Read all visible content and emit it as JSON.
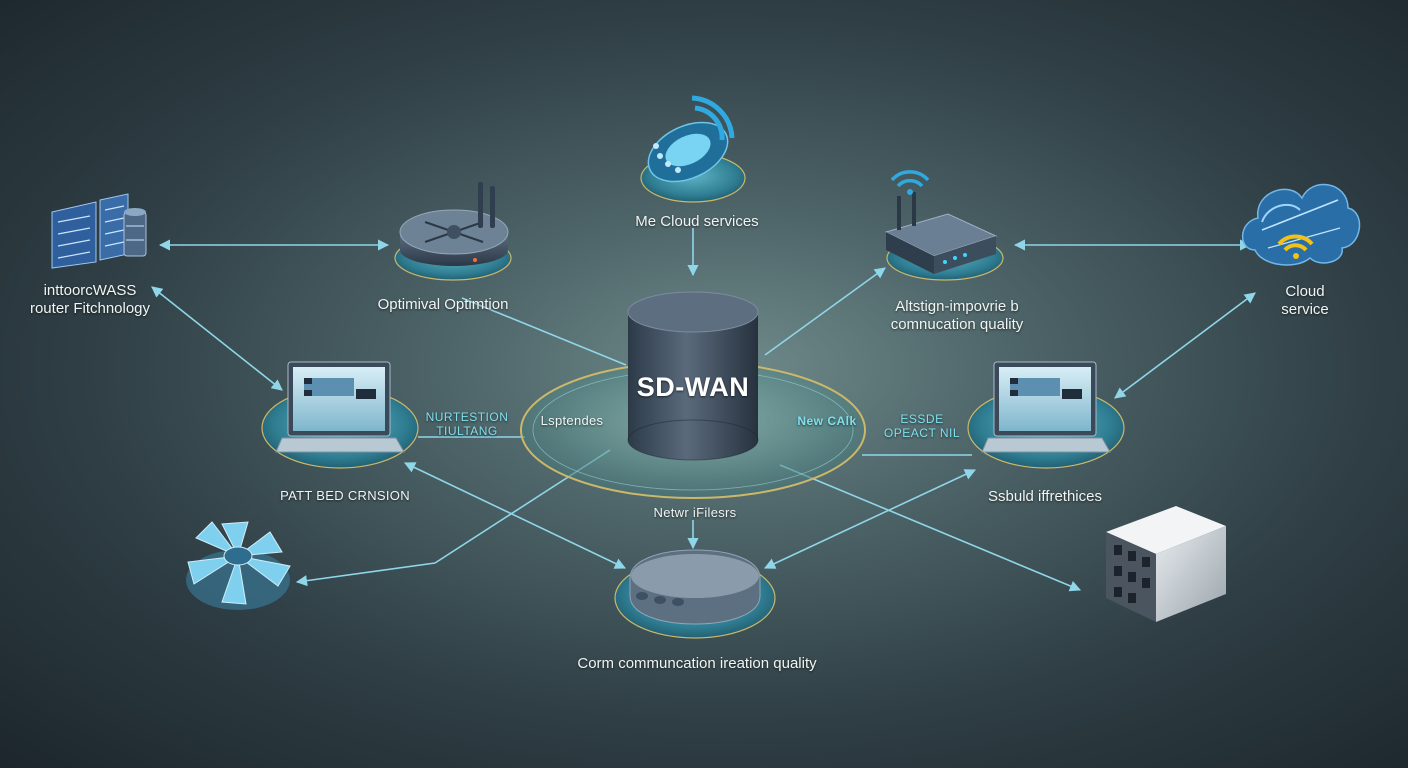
{
  "center": {
    "title": "SD-WAN",
    "left_tag": "Lsptendes",
    "right_tag": "New CAlk",
    "bottom_tag": "Netwr iFilesrs"
  },
  "nodes": {
    "left_server": {
      "line1": "inttoorcWASS",
      "line2": "router Fitchnology"
    },
    "top_router": {
      "label": "Optimival Optimtion"
    },
    "top_cloud": {
      "label": "Me Cloud services"
    },
    "right_router": {
      "line1": "Altstign-impovrie b",
      "line2": "comnucation quality"
    },
    "right_cloud": {
      "line1": "Cloud",
      "line2": "service"
    },
    "left_laptop": {
      "tag1": "NURTESTION",
      "tag2": "TIULTANG",
      "label": "PATT BED CRNSION"
    },
    "right_laptop": {
      "tag1": "ESSDE",
      "tag2": "OPEACT NIL",
      "label": "Ssbuld iffrethices"
    },
    "bottom_hub": {
      "label": "Corm communcation ireation quality"
    }
  },
  "colors": {
    "accent": "#7fd3e6",
    "link": "#8fd6e8",
    "disc": "#3f8fa3",
    "ring": "#cbb86a"
  }
}
